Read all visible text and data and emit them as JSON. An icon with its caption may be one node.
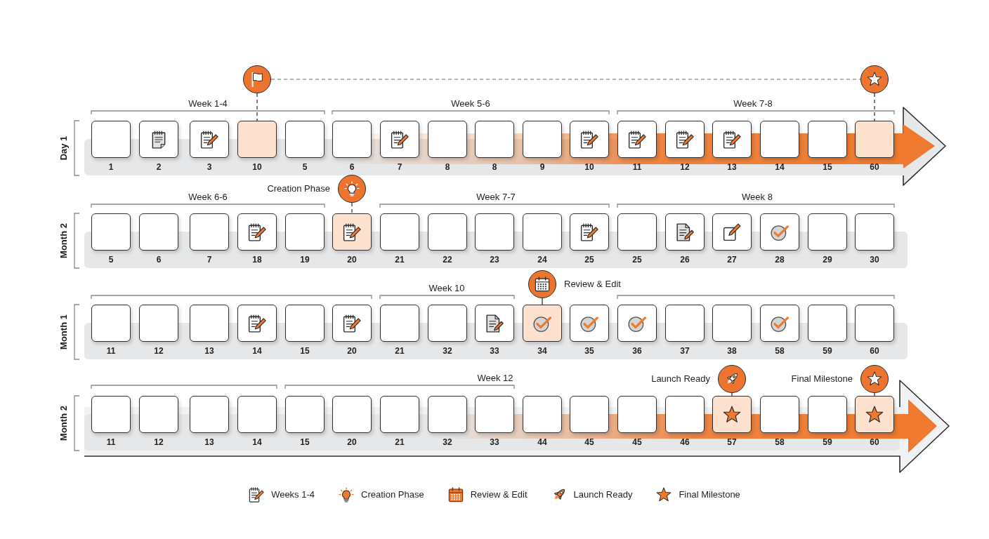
{
  "diagram": {
    "nodes": [
      {
        "text": [],
        "shape": "circle"
      },
      {
        "text": [],
        "shape": "circle"
      },
      {
        "text": [],
        "shape": "box",
        "beside": [
          "1"
        ]
      },
      {
        "text": [],
        "shape": "box",
        "beside": [
          "2"
        ]
      },
      {
        "text": [],
        "shape": "box",
        "beside": [
          "3"
        ]
      },
      {
        "text": [],
        "shape": "box",
        "beside": [
          "10"
        ]
      },
      {
        "text": [],
        "shape": "box",
        "beside": [
          "5"
        ]
      },
      {
        "text": [],
        "shape": "box",
        "beside": [
          "6"
        ]
      },
      {
        "text": [],
        "shape": "box",
        "beside": [
          "7"
        ]
      },
      {
        "text": [],
        "shape": "box",
        "beside": [
          "8"
        ]
      },
      {
        "text": [],
        "shape": "box",
        "beside": [
          "8"
        ]
      },
      {
        "text": [],
        "shape": "box",
        "beside": [
          "9"
        ]
      },
      {
        "text": [],
        "shape": "box",
        "beside": [
          "10"
        ]
      },
      {
        "text": [],
        "shape": "box",
        "beside": [
          "11"
        ]
      },
      {
        "text": [],
        "shape": "box",
        "beside": [
          "12"
        ]
      },
      {
        "text": [],
        "shape": "box",
        "beside": [
          "13"
        ]
      },
      {
        "text": [],
        "shape": "box",
        "beside": [
          "14"
        ]
      },
      {
        "text": [],
        "shape": "box",
        "beside": [
          "15"
        ]
      },
      {
        "text": [],
        "shape": "box",
        "beside": [
          "60"
        ]
      },
      {
        "text": [],
        "shape": "circle",
        "beside": [
          "Creation Phase"
        ]
      },
      {
        "text": [],
        "shape": "box",
        "beside": [
          "5"
        ]
      },
      {
        "text": [],
        "shape": "box",
        "beside": [
          "6"
        ]
      },
      {
        "text": [],
        "shape": "box",
        "beside": [
          "7"
        ]
      },
      {
        "text": [],
        "shape": "box",
        "beside": [
          "18"
        ]
      },
      {
        "text": [],
        "shape": "box",
        "beside": [
          "19"
        ]
      },
      {
        "text": [],
        "shape": "box",
        "beside": [
          "20"
        ]
      },
      {
        "text": [],
        "shape": "box",
        "beside": [
          "21"
        ]
      },
      {
        "text": [],
        "shape": "box",
        "beside": [
          "22"
        ]
      },
      {
        "text": [],
        "shape": "box",
        "beside": [
          "23"
        ]
      },
      {
        "text": [],
        "shape": "box",
        "beside": [
          "24"
        ]
      },
      {
        "text": [],
        "shape": "box",
        "beside": [
          "25"
        ]
      },
      {
        "text": [],
        "shape": "box",
        "beside": [
          "25"
        ]
      },
      {
        "text": [],
        "shape": "box",
        "beside": [
          "26"
        ]
      },
      {
        "text": [],
        "shape": "box",
        "beside": [
          "27"
        ]
      },
      {
        "text": [],
        "shape": "box",
        "beside": [
          "28"
        ]
      },
      {
        "text": [],
        "shape": "box",
        "beside": [
          "29"
        ]
      },
      {
        "text": [],
        "shape": "box",
        "beside": [
          "30"
        ]
      },
      {
        "text": [],
        "shape": "circle",
        "beside": [
          "Review & Edit"
        ]
      },
      {
        "text": [],
        "shape": "box",
        "beside": [
          "11"
        ]
      },
      {
        "text": [],
        "shape": "box",
        "beside": [
          "12"
        ]
      },
      {
        "text": [],
        "shape": "box",
        "beside": [
          "13"
        ]
      },
      {
        "text": [],
        "shape": "box",
        "beside": [
          "14"
        ]
      },
      {
        "text": [],
        "shape": "box",
        "beside": [
          "15"
        ]
      },
      {
        "text": [],
        "shape": "box",
        "beside": [
          "20"
        ]
      },
      {
        "text": [],
        "shape": "box",
        "beside": [
          "21"
        ]
      },
      {
        "text": [],
        "shape": "box",
        "beside": [
          "32"
        ]
      },
      {
        "text": [],
        "shape": "box",
        "beside": [
          "33"
        ]
      },
      {
        "text": [],
        "shape": "box",
        "beside": [
          "34"
        ]
      },
      {
        "text": [],
        "shape": "box",
        "beside": [
          "35"
        ]
      },
      {
        "text": [],
        "shape": "box",
        "beside": [
          "36"
        ]
      },
      {
        "text": [],
        "shape": "box",
        "beside": [
          "37"
        ]
      },
      {
        "text": [],
        "shape": "box",
        "beside": [
          "38"
        ]
      },
      {
        "text": [],
        "shape": "box",
        "beside": [
          "58"
        ]
      },
      {
        "text": [],
        "shape": "box",
        "beside": [
          "59"
        ]
      },
      {
        "text": [],
        "shape": "box",
        "beside": [
          "60"
        ]
      },
      {
        "text": [],
        "shape": "circle",
        "beside": [
          "Launch Ready"
        ]
      },
      {
        "text": [],
        "shape": "circle",
        "beside": [
          "Final Milestone"
        ]
      },
      {
        "text": [],
        "shape": "box",
        "beside": [
          "11"
        ]
      },
      {
        "text": [],
        "shape": "box",
        "beside": [
          "12"
        ]
      },
      {
        "text": [],
        "shape": "box",
        "beside": [
          "13"
        ]
      },
      {
        "text": [],
        "shape": "box",
        "beside": [
          "14"
        ]
      },
      {
        "text": [],
        "shape": "box",
        "beside": [
          "15"
        ]
      },
      {
        "text": [],
        "shape": "box",
        "beside": [
          "20"
        ]
      },
      {
        "text": [],
        "shape": "box",
        "beside": [
          "21"
        ]
      },
      {
        "text": [],
        "shape": "box",
        "beside": [
          "32"
        ]
      },
      {
        "text": [],
        "shape": "box",
        "beside": [
          "33"
        ]
      },
      {
        "text": [],
        "shape": "box",
        "beside": [
          "44"
        ]
      },
      {
        "text": [],
        "shape": "box",
        "beside": [
          "45"
        ]
      },
      {
        "text": [],
        "shape": "box",
        "beside": [
          "45"
        ]
      },
      {
        "text": [],
        "shape": "box",
        "beside": [
          "46"
        ]
      },
      {
        "text": [],
        "shape": "box",
        "beside": [
          "57"
        ]
      },
      {
        "text": [],
        "shape": "box",
        "beside": [
          "58"
        ]
      },
      {
        "text": [],
        "shape": "box",
        "beside": [
          "59"
        ]
      },
      {
        "text": [],
        "shape": "box",
        "beside": [
          "60"
        ]
      }
    ],
    "edges": [
      {
        "from": 0,
        "to": 1,
        "arrow": "none",
        "style": "dashed",
        "color": "#999999"
      },
      {
        "from": 0,
        "to": 5,
        "arrow": "none",
        "style": "dashed"
      },
      {
        "from": 1,
        "to": 18,
        "arrow": "none",
        "style": "dashed"
      },
      {
        "from": 19,
        "to": 25,
        "arrow": "none",
        "style": "dashed"
      },
      {
        "from": 37,
        "to": 47,
        "arrow": "none"
      },
      {
        "from": 55,
        "to": 70,
        "arrow": "none",
        "style": "dashed"
      },
      {
        "from": 56,
        "to": 73,
        "arrow": "none",
        "style": "dashed"
      }
    ],
    "labels": [
      "Week 1-4",
      "Week 5-6",
      "Week 7-8",
      "Day 1",
      "Week 6-6",
      "Week 7-7",
      "Week 8",
      "Month 2",
      "Week 10",
      "Month 1",
      "Week 12",
      "Month 2"
    ],
    "legend": [
      {
        "text": "Weeks 1-4"
      },
      {
        "text": "Creation Phase"
      },
      {
        "text": "Review & Edit"
      },
      {
        "text": "Launch Ready"
      },
      {
        "text": "Final Milestone"
      }
    ]
  }
}
